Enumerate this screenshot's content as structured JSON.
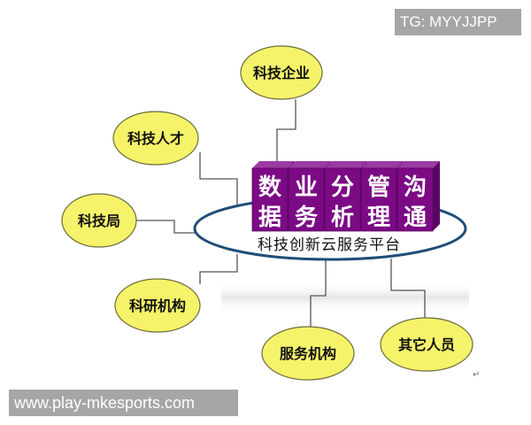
{
  "watermarks": {
    "top_right": "TG: MYYJJPP",
    "bottom_left": "www.play-mkesports.com"
  },
  "platform": {
    "label": "科技创新云服务平台",
    "border_color": "#1f4e79"
  },
  "blocks": [
    {
      "top": "数",
      "bottom": "据"
    },
    {
      "top": "业",
      "bottom": "务"
    },
    {
      "top": "分",
      "bottom": "析"
    },
    {
      "top": "管",
      "bottom": "理"
    },
    {
      "top": "沟",
      "bottom": "通"
    }
  ],
  "block_colors": {
    "front": "#7b0a84",
    "top": "#9b3aa3",
    "side": "#5a0563"
  },
  "nodes": [
    {
      "id": "tech-enterprise",
      "label": "科技企业"
    },
    {
      "id": "tech-talent",
      "label": "科技人才"
    },
    {
      "id": "tech-bureau",
      "label": "科技局"
    },
    {
      "id": "research-institute",
      "label": "科研机构"
    },
    {
      "id": "service-institution",
      "label": "服务机构"
    },
    {
      "id": "other-personnel",
      "label": "其它人员"
    }
  ],
  "node_colors": {
    "fill": "#f5f36a",
    "border": "#6b6b3a"
  },
  "para_mark": "↵"
}
